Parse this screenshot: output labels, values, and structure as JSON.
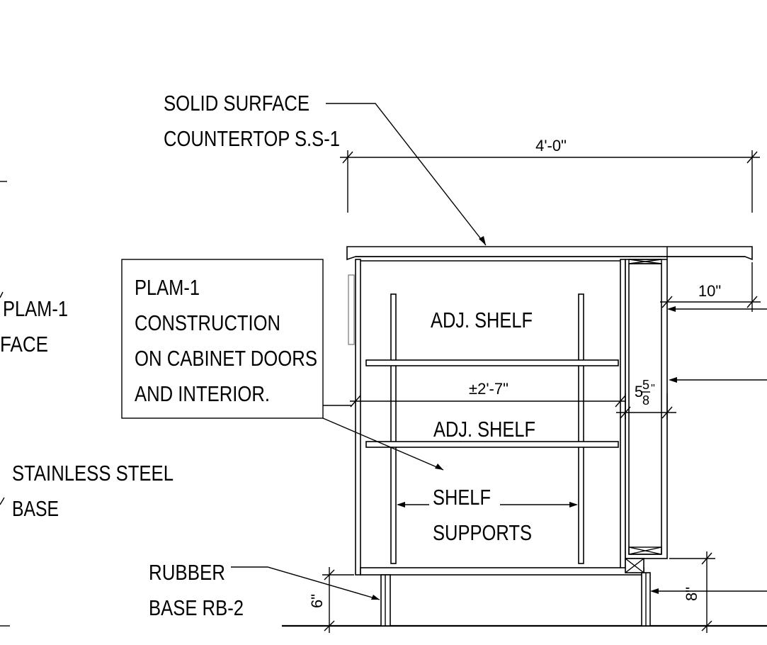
{
  "notes": {
    "countertop": [
      "SOLID SURFACE",
      "COUNTERTOP S.S-1"
    ],
    "plam_box": [
      "PLAM-1",
      "CONSTRUCTION",
      "ON CABINET DOORS",
      "AND INTERIOR."
    ],
    "left_plam": [
      "PLAM-1",
      "FACE"
    ],
    "stainless": [
      "STAINLESS STEEL",
      "BASE"
    ],
    "rubber": [
      "RUBBER",
      "BASE RB-2"
    ],
    "shelf_upper": "ADJ. SHELF",
    "shelf_lower": "ADJ. SHELF",
    "supports": [
      "SHELF",
      "SUPPORTS"
    ]
  },
  "dimensions": {
    "overall_width": "4'-0\"",
    "overhang": "10\"",
    "interior_width": "±2'-7\"",
    "side_panel_whole": "5",
    "side_panel_num": "5",
    "side_panel_den": "8",
    "side_panel_inch": "\"",
    "base_left": "6\"",
    "base_right": "8\""
  }
}
